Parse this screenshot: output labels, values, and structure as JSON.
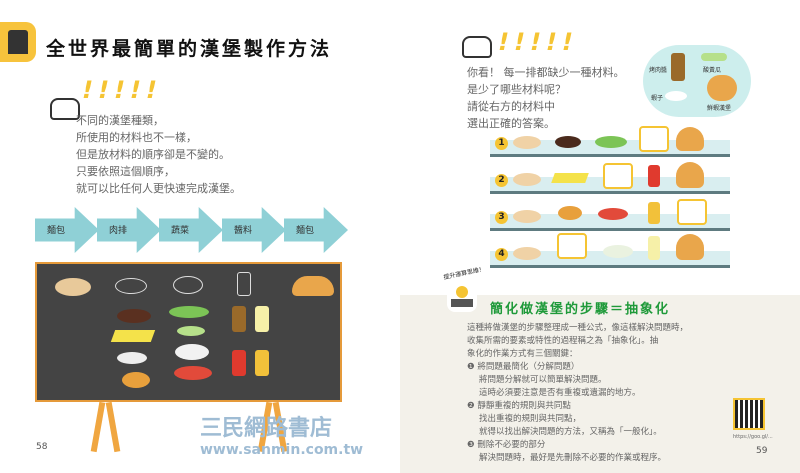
{
  "left_page": {
    "title": "全世界最簡單的漢堡製作方法",
    "exclaim": "!!!!!",
    "body": [
      "不同的漢堡種類，",
      "所使用的材料也不一樣，",
      "但是放材料的順序卻是不變的。",
      "只要依照這個順序，",
      "就可以比任何人更快速完成漢堡。"
    ],
    "steps": [
      "麵包",
      "肉排",
      "蔬菜",
      "醬料",
      "麵包"
    ],
    "page_number": "58"
  },
  "right_page": {
    "exclaim": "!!!!!",
    "body": [
      "你看！ 每一排都缺少一種材料。",
      "是少了哪些材料呢？",
      "請從右方的材料中",
      "選出正確的答案。"
    ],
    "choices": [
      "烤肉醬",
      "酸黃瓜",
      "蝦子",
      "鮮蝦漢堡"
    ],
    "rows": [
      "1",
      "2",
      "3",
      "4"
    ],
    "tag": "提升運算思維！",
    "section_title": "簡化做漢堡的步驟＝抽象化",
    "intro": [
      "這種將做漢堡的步驟整理成一種公式，像這樣解決問題時，",
      "收集所需的要素或特性的過程稱之為「抽象化」。抽",
      "象化的作業方式有三個關鍵："
    ],
    "points": [
      {
        "marker": "❶",
        "head": "將問題最簡化（分解問題）",
        "lines": [
          "將問題分解就可以簡單解決問題。",
          "這時必須要注意是否有重複或遺漏的地方。"
        ]
      },
      {
        "marker": "❷",
        "head": "靜靜重複的規則與共同點",
        "lines": [
          "找出重複的規則與共同點，",
          "就得以找出解決問題的方法，又稱為「一般化」。"
        ]
      },
      {
        "marker": "❸",
        "head": "刪除不必要的部分",
        "lines": [
          "解決問題時，最好是先刪除不必要的作業或程序。"
        ]
      }
    ],
    "qr_caption": "https://goo.gl/...",
    "page_number": "59"
  },
  "watermark": {
    "text": "三民網路書店",
    "url": "www.sanmin.com.tw"
  },
  "colors": {
    "accent": "#f5c433",
    "arrow": "#8fd0d6",
    "board": "#444444",
    "title_green": "#1f9a3a"
  }
}
